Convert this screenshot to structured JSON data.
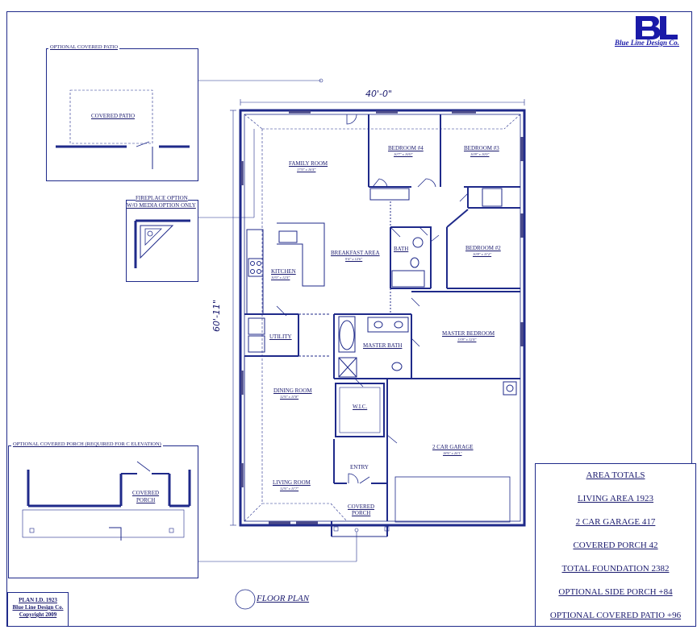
{
  "logo": {
    "letters": "BL",
    "text": "Blue Line Design Co."
  },
  "optional_patio": {
    "title": "OPTIONAL COVERED PATIO",
    "room": "COVERED PATIO"
  },
  "fireplace": {
    "title_line1": "FIREPLACE OPTION",
    "title_line2": "W/O MEDIA OPTION ONLY"
  },
  "optional_porch": {
    "title": "OPTIONAL COVERED PORCH (REQUIRED FOR C ELEVATION)",
    "room_line1": "COVERED",
    "room_line2": "PORCH"
  },
  "dimensions": {
    "width": "40'-0\"",
    "depth": "60'-11\""
  },
  "rooms": {
    "family": {
      "name": "FAMILY ROOM",
      "size": "17'0\" x 16'4\""
    },
    "bedroom4": {
      "name": "BEDROOM #4",
      "size": "10'7\" x 10'0\""
    },
    "bedroom3": {
      "name": "BEDROOM #3",
      "size": "10'8\" x 10'0\""
    },
    "kitchen": {
      "name": "KITCHEN",
      "size": "10'0\" x 12'4\""
    },
    "breakfast": {
      "name": "BREAKFAST AREA",
      "size": "9'4\" x 12'6\""
    },
    "bath": {
      "name": "BATH"
    },
    "bedroom2": {
      "name": "BEDROOM #2",
      "size": "10'8\" x 11'2\""
    },
    "utility": {
      "name": "UTILITY"
    },
    "master_bath": {
      "name": "MASTER BATH"
    },
    "master_bed": {
      "name": "MASTER BEDROOM",
      "size": "13'8\" x 12'4\""
    },
    "dining": {
      "name": "DINING ROOM",
      "size": "12'6\" x 11'8\""
    },
    "wic": {
      "name": "W.I.C."
    },
    "garage": {
      "name": "2 CAR GARAGE",
      "size": "18'6\" x 20'1\""
    },
    "entry": {
      "name": "ENTRY"
    },
    "living": {
      "name": "LIVING ROOM",
      "size": "12'6\" x 11'7\""
    },
    "porch": {
      "name_line1": "COVERED",
      "name_line2": "PORCH"
    }
  },
  "plan_title": "FLOOR PLAN",
  "plan_id": {
    "line1": "PLAN I.D. 1923",
    "line2": "Blue Line Design Co.",
    "line3": "Copyright 2009"
  },
  "area_totals": {
    "title": "AREA TOTALS",
    "living": "LIVING AREA  1923",
    "garage": "2 CAR GARAGE  417",
    "porch": "COVERED PORCH  42",
    "foundation": "TOTAL FOUNDATION  2382",
    "side_porch": "OPTIONAL SIDE PORCH  +84",
    "patio": "OPTIONAL COVERED PATIO  +96"
  }
}
